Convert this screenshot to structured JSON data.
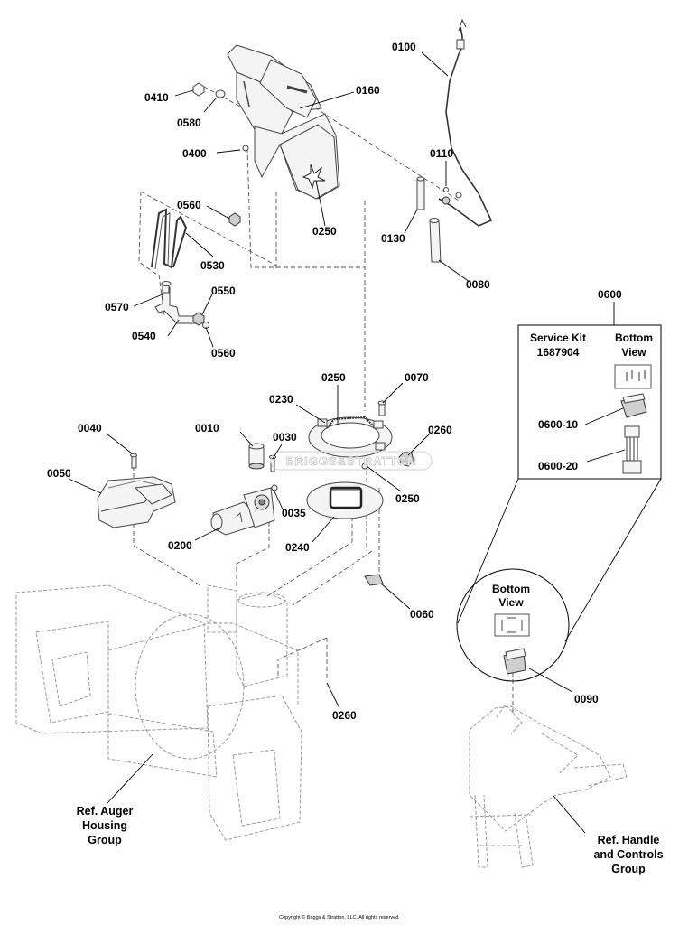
{
  "part_numbers": {
    "p0100": "0100",
    "p0410": "0410",
    "p0160": "0160",
    "p0580": "0580",
    "p0400": "0400",
    "p0110": "0110",
    "p0560a": "0560",
    "p0250a": "0250",
    "p0130": "0130",
    "p0530": "0530",
    "p0080": "0080",
    "p0550": "0550",
    "p0570": "0570",
    "p0600": "0600",
    "p0540": "0540",
    "p0560b": "0560",
    "p0250b": "0250",
    "p0070": "0070",
    "p0230": "0230",
    "p0010": "0010",
    "p0040": "0040",
    "p0260a": "0260",
    "p0030": "0030",
    "p0050": "0050",
    "p0250c": "0250",
    "p0035": "0035",
    "p0200": "0200",
    "p0240": "0240",
    "p0060": "0060",
    "p0090": "0090",
    "p0260b": "0260",
    "p0600_10": "0600-10",
    "p0600_20": "0600-20"
  },
  "service_kit": {
    "title": "Service Kit",
    "number": "1687904",
    "bottom_view_line1": "Bottom",
    "bottom_view_line2": "View"
  },
  "callout_detail": {
    "bottom_view_line1": "Bottom",
    "bottom_view_line2": "View"
  },
  "references": {
    "auger_line1": "Ref. Auger",
    "auger_line2": "Housing",
    "auger_line3": "Group",
    "handle_line1": "Ref. Handle",
    "handle_line2": "and Controls",
    "handle_line3": "Group"
  },
  "watermark_text": "BRIGGS&STRATTON",
  "copyright": "Copyright © Briggs & Stratton, LLC. All rights reserved."
}
